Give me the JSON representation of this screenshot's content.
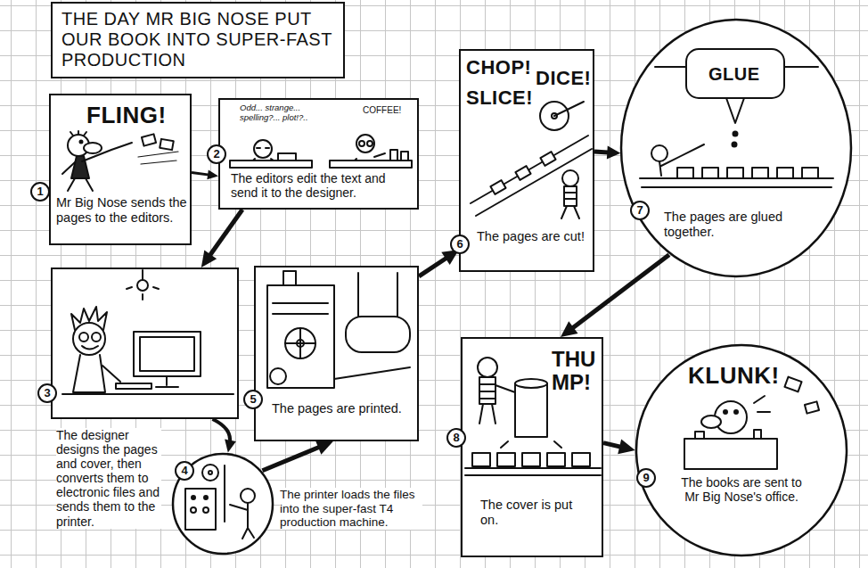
{
  "diagram": {
    "title": "THE DAY MR BIG NOSE PUT OUR BOOK INTO SUPER-FAST PRODUCTION",
    "nodes": [
      {
        "text": [
          "1",
          "FLING!",
          "Mr Big Nose sends the pages to the editors."
        ]
      },
      {
        "text": [
          "2",
          "Odd... strange... spelling?... plot!?..",
          "COFFEE!",
          "The editors edit the text and send it to the designer."
        ]
      },
      {
        "text": [
          "3",
          "The designer designs the pages and cover, then converts them to electronic files and sends them to the printer."
        ]
      },
      {
        "text": [
          "4",
          "The printer loads the files into the super-fast T4 production machine."
        ]
      },
      {
        "text": [
          "5",
          "The pages are printed."
        ]
      },
      {
        "text": [
          "CHOP!",
          "SLICE!",
          "DICE!",
          "6",
          "The pages are cut!"
        ]
      },
      {
        "text": [
          "GLUE",
          "7",
          "The pages are glued together."
        ]
      },
      {
        "text": [
          "8",
          "THU MP!",
          "The cover is put on."
        ]
      },
      {
        "text": [
          "KLUNK!",
          "9",
          "The books are sent to Mr Big Nose's office."
        ]
      }
    ],
    "edges": [
      {
        "from": 0,
        "to": 1,
        "arrow": "to"
      },
      {
        "from": 1,
        "to": 2,
        "arrow": "to"
      },
      {
        "from": 2,
        "to": 3,
        "arrow": "to"
      },
      {
        "from": 3,
        "to": 4,
        "arrow": "to"
      },
      {
        "from": 4,
        "to": 5,
        "arrow": "to"
      },
      {
        "from": 5,
        "to": 6,
        "arrow": "to"
      },
      {
        "from": 6,
        "to": 7,
        "arrow": "to"
      },
      {
        "from": 7,
        "to": 8,
        "arrow": "to"
      }
    ]
  }
}
